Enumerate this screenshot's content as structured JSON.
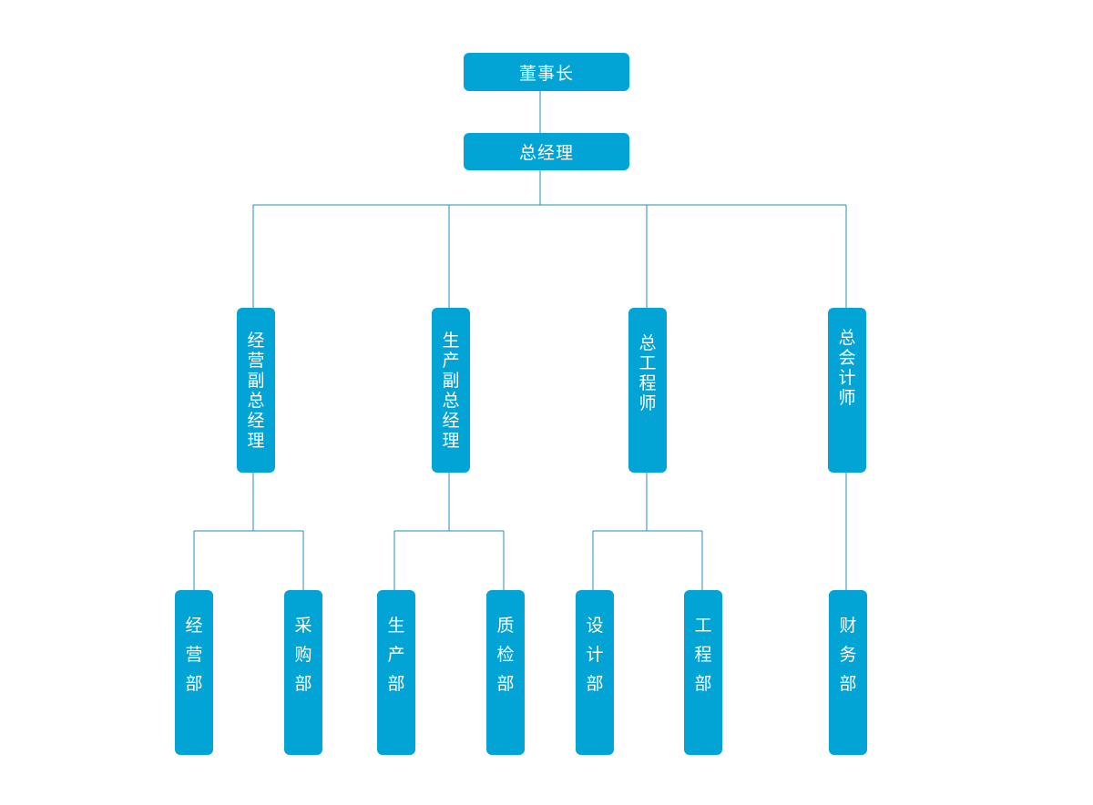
{
  "chart": {
    "root": "董事长",
    "general_manager": "总经理",
    "managers": [
      "经营副总经理",
      "生产副总经理",
      "总工程师",
      "总会计师"
    ],
    "departments": [
      "经营部",
      "采购部",
      "生产部",
      "质检部",
      "设计部",
      "工程部",
      "财务部"
    ]
  },
  "colors": {
    "node_fill": "#02a4d6",
    "node_text": "#ffffff",
    "connector": "#1f8fbf"
  }
}
